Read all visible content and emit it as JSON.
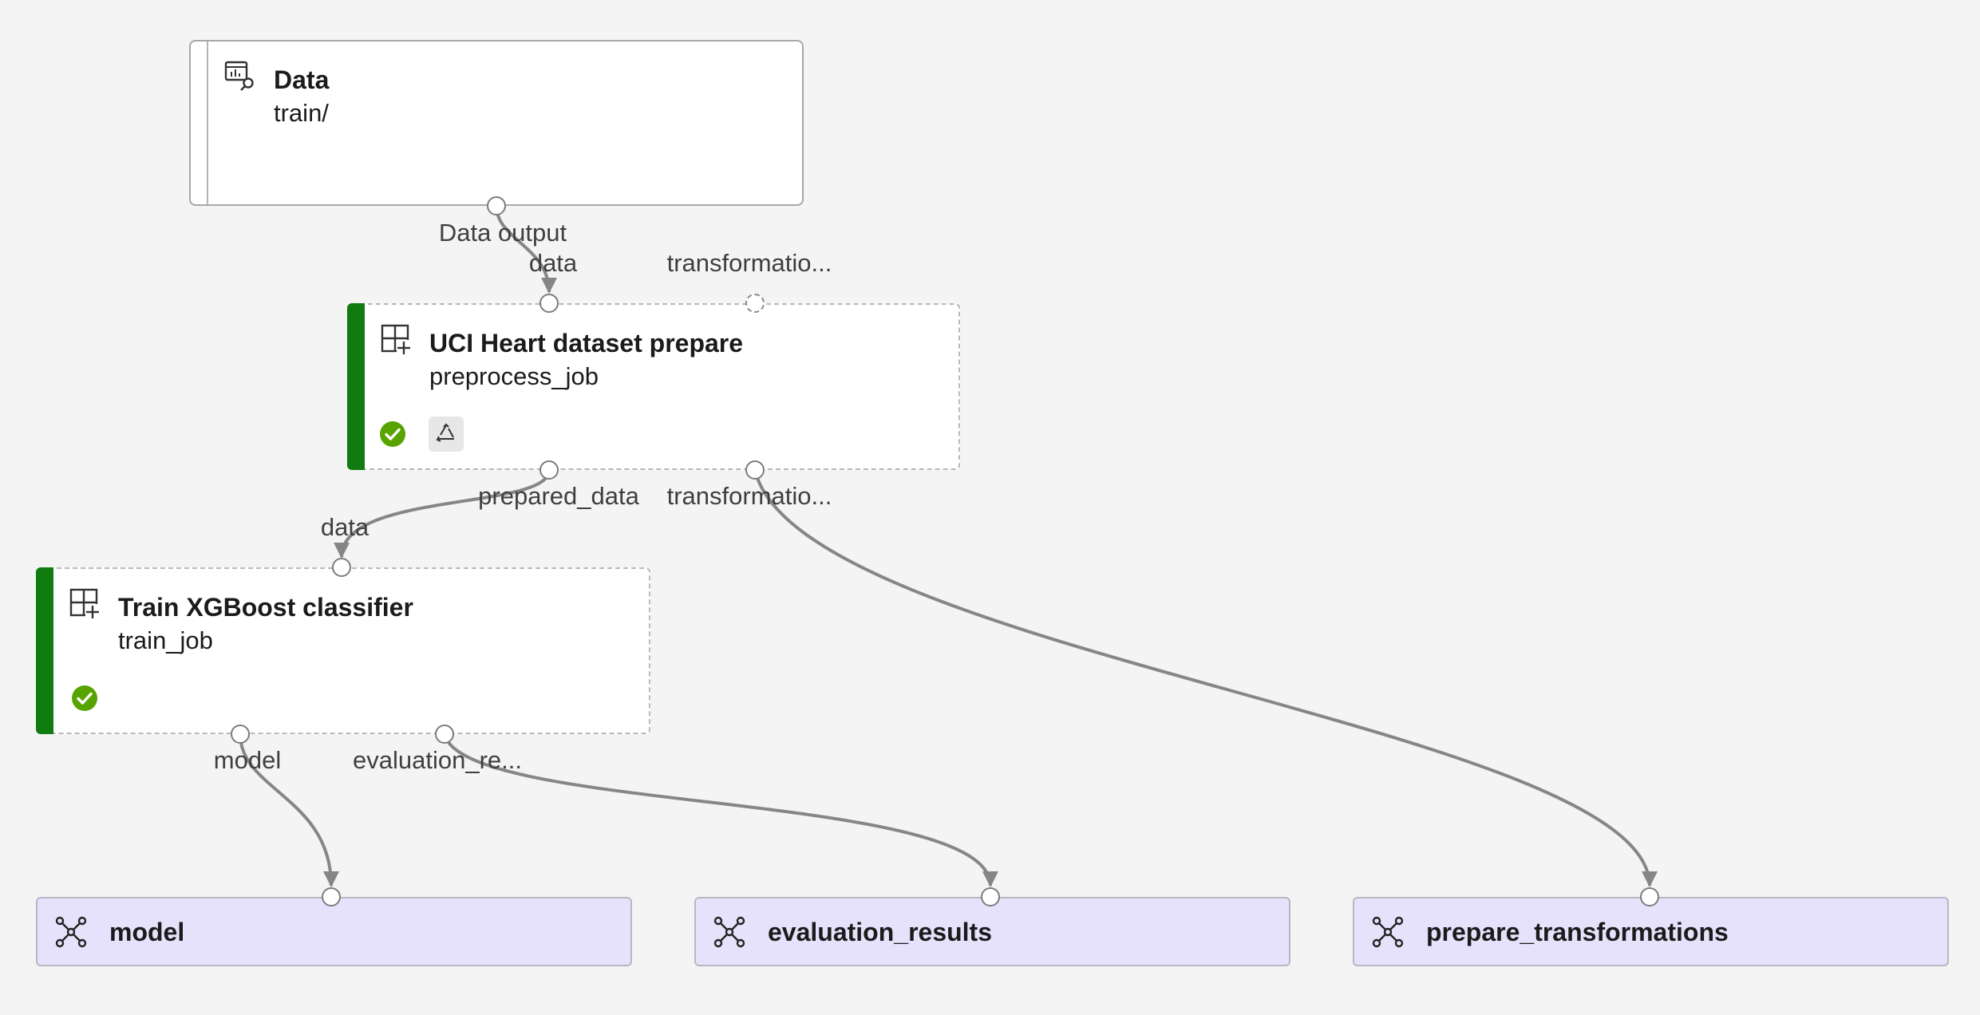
{
  "nodes": {
    "data": {
      "title": "Data",
      "subtitle": "train/",
      "output_label": "Data output"
    },
    "prepare": {
      "title": "UCI Heart dataset prepare",
      "subtitle": "preprocess_job",
      "status": "completed",
      "inputs": {
        "data": "data",
        "transformations": "transformatio..."
      },
      "outputs": {
        "prepared_data": "prepared_data",
        "transformations": "transformatio..."
      }
    },
    "train": {
      "title": "Train XGBoost classifier",
      "subtitle": "train_job",
      "status": "completed",
      "inputs": {
        "data": "data"
      },
      "outputs": {
        "model": "model",
        "evaluation": "evaluation_re..."
      }
    },
    "outputs": [
      {
        "label": "model"
      },
      {
        "label": "evaluation_results"
      },
      {
        "label": "prepare_transformations"
      }
    ]
  },
  "colors": {
    "canvas": "#f4f4f4",
    "status_success": "#107c10",
    "check": "#57a300",
    "output_node_bg": "#e6e2fc",
    "edge": "#868686"
  },
  "icons": {
    "data_node": "dataset-icon",
    "step_node": "component-icon",
    "output_node": "pipeline-output-icon",
    "status": "success-check-icon",
    "reuse": "reuse-recycle-icon"
  }
}
